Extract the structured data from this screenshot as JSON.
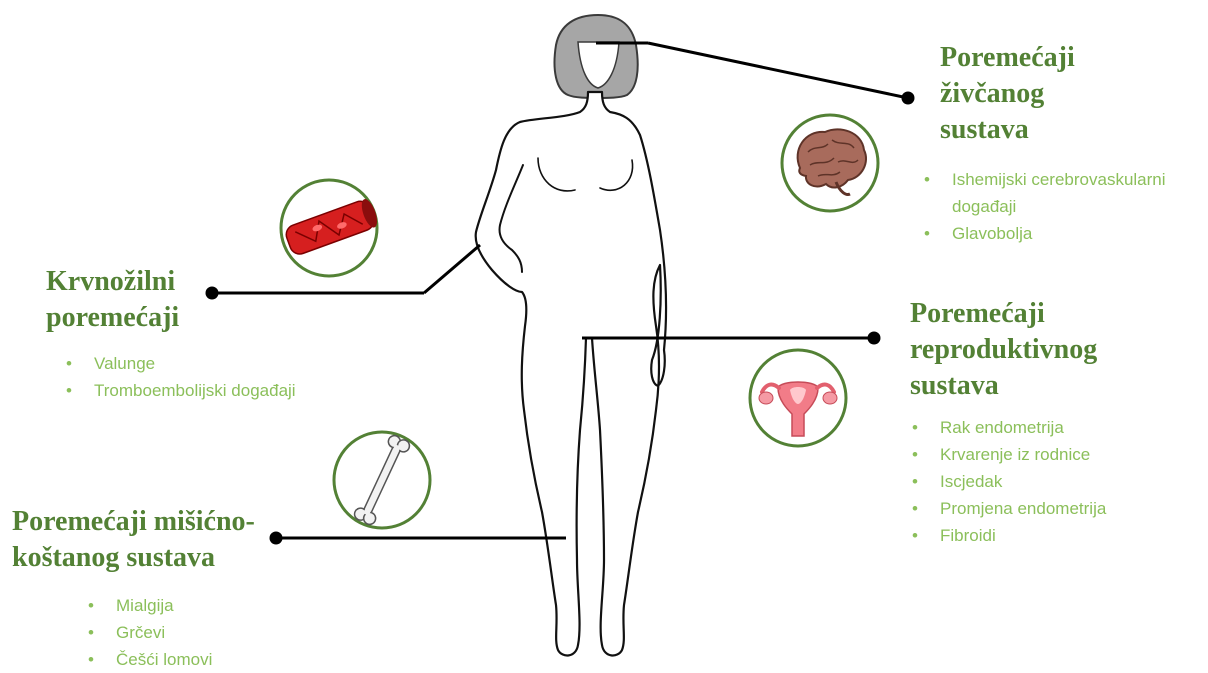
{
  "nervous": {
    "title_lines": [
      "Poremećaji",
      "živčanog",
      "sustava"
    ],
    "items": [
      "Ishemijski cerebrovaskularni događaji",
      "Glavobolja"
    ],
    "icon": "brain-icon"
  },
  "vascular": {
    "title_lines": [
      "Krvnožilni",
      "poremećaji"
    ],
    "items": [
      "Valunge",
      "Tromboembolijski događaji"
    ],
    "icon": "blood-vessel-icon"
  },
  "reproductive": {
    "title_lines": [
      "Poremećaji",
      "reproduktivnog",
      "sustava"
    ],
    "items": [
      "Rak endometrija",
      "Krvarenje iz rodnice",
      "Iscjedak",
      "Promjena endometrija",
      "Fibroidi"
    ],
    "icon": "uterus-icon"
  },
  "musculoskeletal": {
    "title_lines": [
      "Poremećaji mišićno-",
      "koštanog sustava"
    ],
    "items": [
      "Mialgija",
      "Grčevi",
      "Češći lomovi"
    ],
    "icon": "bone-icon"
  },
  "colors": {
    "heading": "#538135",
    "bullet_text": "#8bbf5a",
    "circle_border": "#538135",
    "connector": "#000000"
  }
}
